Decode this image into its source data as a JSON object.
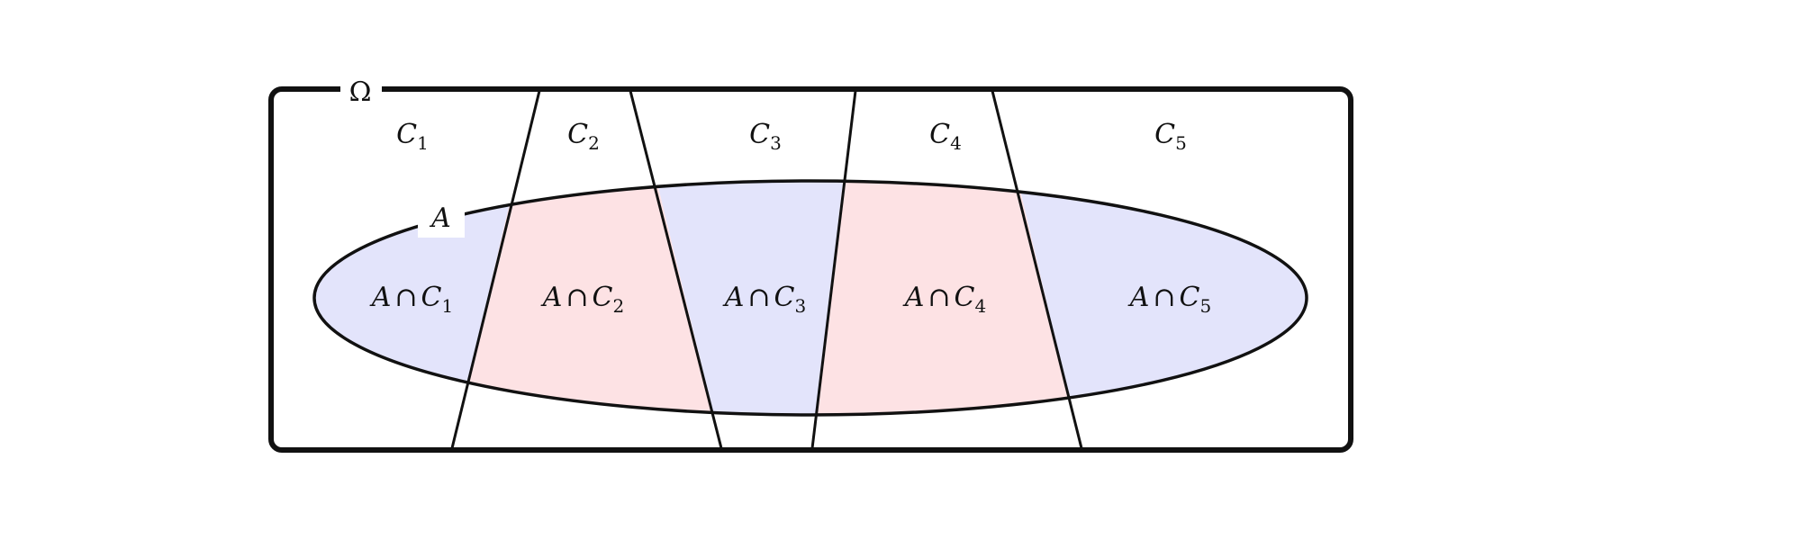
{
  "diagram": {
    "universe_label": "Ω",
    "event_label": "A",
    "partitions": [
      {
        "name": "C",
        "sub": "1",
        "intersection": {
          "lhs": "A",
          "op": "∩",
          "set": "C",
          "sub": "1"
        }
      },
      {
        "name": "C",
        "sub": "2",
        "intersection": {
          "lhs": "A",
          "op": "∩",
          "set": "C",
          "sub": "2"
        }
      },
      {
        "name": "C",
        "sub": "3",
        "intersection": {
          "lhs": "A",
          "op": "∩",
          "set": "C",
          "sub": "3"
        }
      },
      {
        "name": "C",
        "sub": "4",
        "intersection": {
          "lhs": "A",
          "op": "∩",
          "set": "C",
          "sub": "4"
        }
      },
      {
        "name": "C",
        "sub": "5",
        "intersection": {
          "lhs": "A",
          "op": "∩",
          "set": "C",
          "sub": "5"
        }
      }
    ],
    "colors": {
      "blue_region": "#e3e4fb",
      "red_region": "#fde2e4",
      "stroke": "#111111",
      "background": "#ffffff"
    }
  }
}
